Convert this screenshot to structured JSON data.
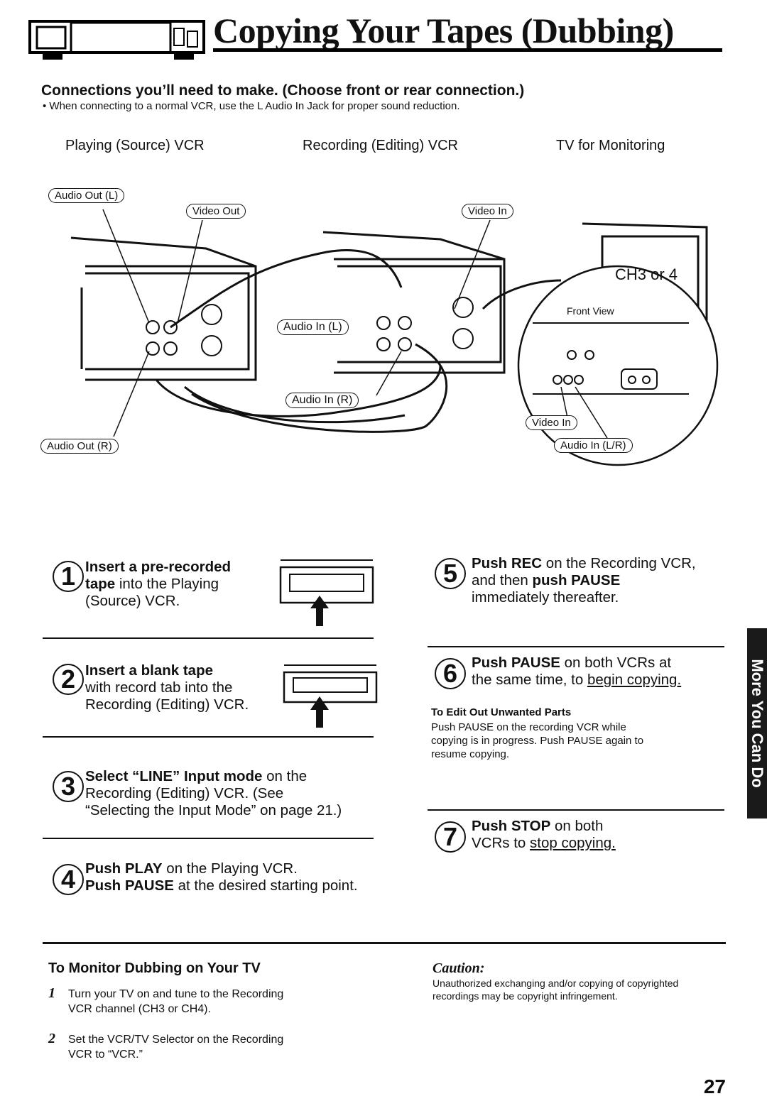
{
  "header": {
    "title": "Copying Your Tapes (Dubbing)"
  },
  "connections": {
    "heading": "Connections you’ll need to make. (Choose front or rear connection.)",
    "note": "• When connecting to a normal VCR, use the L Audio In Jack for proper sound reduction.",
    "columns": [
      "Playing (Source) VCR",
      "Recording (Editing) VCR",
      "TV for Monitoring"
    ]
  },
  "diagram": {
    "labels": {
      "audio_out_l": "Audio Out (L)",
      "video_out": "Video Out",
      "video_in_top": "Video In",
      "audio_in_l": "Audio In (L)",
      "audio_in_r": "Audio In (R)",
      "audio_out_r": "Audio Out (R)",
      "ch": "CH3 or 4",
      "front_view": "Front View",
      "video_in_front": "Video In",
      "audio_in_lr": "Audio In (L/R)"
    }
  },
  "steps": {
    "s1": {
      "num": "1",
      "bold": "Insert a pre-recorded",
      "bold2": "tape",
      "rest": " into the Playing",
      "line3": "(Source) VCR."
    },
    "s2": {
      "num": "2",
      "bold": "Insert a blank tape",
      "line2": "with record tab into the",
      "line3": "Recording (Editing) VCR."
    },
    "s3": {
      "num": "3",
      "bold": "Select “LINE” Input mode",
      "rest": " on the",
      "line2": "Recording (Editing) VCR. (See",
      "line3": "“Selecting the Input Mode” on page 21.)"
    },
    "s4": {
      "num": "4",
      "bold": "Push PLAY",
      "rest": " on the Playing VCR.",
      "bold2": "Push PAUSE",
      "rest2": " at the desired starting point."
    },
    "s5": {
      "num": "5",
      "bold": "Push REC",
      "rest": " on the Recording VCR,",
      "pre2": "and then ",
      "bold2": "push PAUSE",
      "line3": "immediately thereafter."
    },
    "s6": {
      "num": "6",
      "bold": "Push PAUSE",
      "rest": " on both VCRs at",
      "line2a": "the same time, to ",
      "line2b": "begin copying."
    },
    "s7": {
      "num": "7",
      "bold": "Push STOP",
      "rest": " on both",
      "line2a": "VCRs to ",
      "line2b": "stop copying."
    }
  },
  "edit_out": {
    "heading": "To Edit Out Unwanted Parts",
    "body": [
      "Push PAUSE on the recording VCR while",
      "copying is in progress. Push PAUSE again to",
      "resume copying."
    ]
  },
  "monitor": {
    "heading": "To Monitor Dubbing on Your TV",
    "items": [
      {
        "num": "1",
        "lines": [
          "Turn your TV on and tune to the Recording",
          "VCR channel (CH3 or CH4)."
        ]
      },
      {
        "num": "2",
        "lines": [
          "Set the VCR/TV Selector on the Recording",
          "VCR to “VCR.”"
        ]
      }
    ]
  },
  "caution": {
    "heading": "Caution:",
    "lines": [
      "Unauthorized exchanging and/or copying of copyrighted",
      "recordings may be copyright infringement."
    ]
  },
  "sidebar": {
    "label": "More You Can Do"
  },
  "page_number": "27"
}
